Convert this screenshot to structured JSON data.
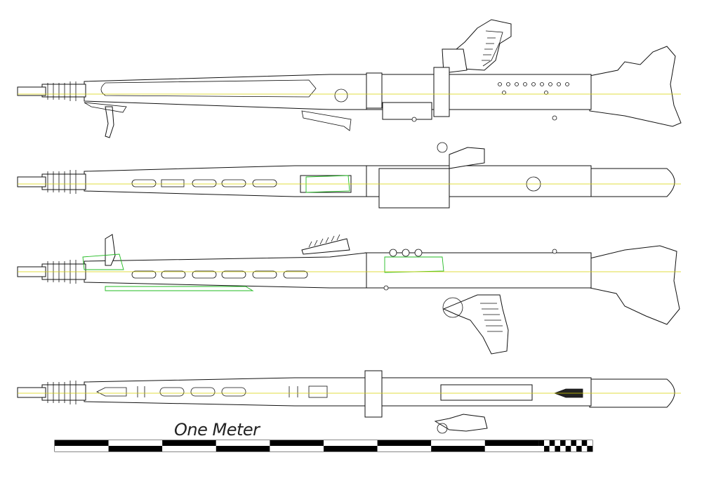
{
  "scale": {
    "label": "One Meter"
  },
  "views": [
    {
      "id": "left-side-view"
    },
    {
      "id": "top-view"
    },
    {
      "id": "right-side-view"
    },
    {
      "id": "bottom-view"
    }
  ],
  "colors": {
    "outline": "#111111",
    "centerline": "#d7d200",
    "hidden": "#22bb22",
    "background": "#ffffff"
  }
}
